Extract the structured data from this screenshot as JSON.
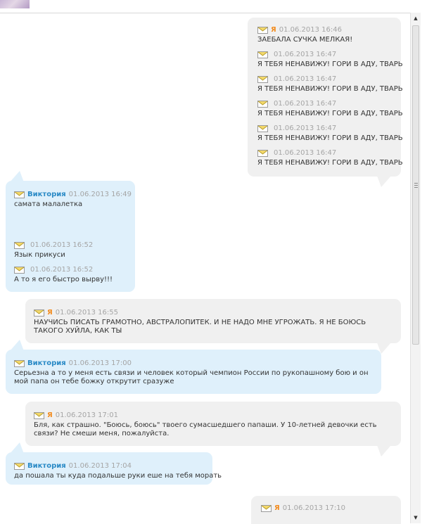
{
  "top": {
    "avatar": "user-avatar"
  },
  "messages": [
    {
      "author": "Я",
      "time": "01.06.2013 16:46",
      "text": "ЗАЕБАЛА СУЧКА МЕЛКАЯ!"
    },
    {
      "author": "",
      "time": "01.06.2013 16:47",
      "text": "Я ТЕБЯ НЕНАВИЖУ! ГОРИ В АДУ, ТВАРЬ"
    },
    {
      "author": "",
      "time": "01.06.2013 16:47",
      "text": "Я ТЕБЯ НЕНАВИЖУ! ГОРИ В АДУ, ТВАРЬ"
    },
    {
      "author": "",
      "time": "01.06.2013 16:47",
      "text": "Я ТЕБЯ НЕНАВИЖУ! ГОРИ В АДУ, ТВАРЬ"
    },
    {
      "author": "",
      "time": "01.06.2013 16:47",
      "text": "Я ТЕБЯ НЕНАВИЖУ! ГОРИ В АДУ, ТВАРЬ"
    },
    {
      "author": "",
      "time": "01.06.2013 16:47",
      "text": "Я ТЕБЯ НЕНАВИЖУ! ГОРИ В АДУ, ТВАРЬ"
    },
    {
      "author": "Виктория",
      "time": "01.06.2013 16:49",
      "text": "самата малалетка"
    },
    {
      "author": "",
      "time": "01.06.2013 16:52",
      "text": "Язык прикуси"
    },
    {
      "author": "",
      "time": "01.06.2013 16:52",
      "text": "А то я его быстро вырву!!!"
    },
    {
      "author": "Я",
      "time": "01.06.2013 16:55",
      "text": "НАУЧИСЬ ПИСАТЬ ГРАМОТНО, АВСТРАЛОПИТЕК. И НЕ НАДО МНЕ УГРОЖАТЬ. Я НЕ БОЮСЬ ТАКОГО ХУЙЛА, КАК ТЫ"
    },
    {
      "author": "Виктория",
      "time": "01.06.2013 17:00",
      "text": "Серьезна а то у меня есть связи и человек который чемпион России по рукопашному бою и он мой папа он тебе божку открутит сразуже"
    },
    {
      "author": "Я",
      "time": "01.06.2013 17:01",
      "text": "Бля, как страшно. \"Боюсь, боюсь\" твоего сумасшедшего папаши. У 10-летней девочки есть связи? Не смеши меня, пожалуйста."
    },
    {
      "author": "Виктория",
      "time": "01.06.2013 17:04",
      "text": "да пошала ты куда подальше руки еше на тебя морать"
    },
    {
      "author": "Я",
      "time": "01.06.2013 17:10",
      "text": ""
    }
  ],
  "colors": {
    "mine_bubble": "#f0f0f0",
    "their_bubble": "#dff0fb",
    "me_name": "#f28c1f",
    "their_name": "#2a8ac6",
    "time": "#a5a5a5"
  }
}
